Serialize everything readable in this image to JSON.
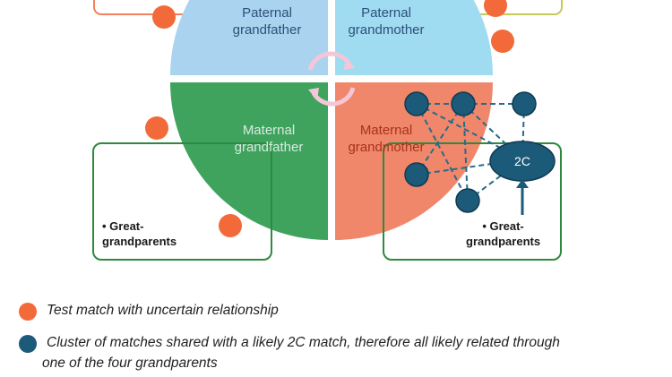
{
  "quadrants": [
    {
      "id": "paternal-grandfather",
      "line1": "Paternal",
      "line2": "grandfather",
      "fill": "#a9d3ee",
      "text_color": "#2f4f7a"
    },
    {
      "id": "paternal-grandmother",
      "line1": "Paternal",
      "line2": "grandmother",
      "fill": "#9fdcf2",
      "text_color": "#2f4f7a"
    },
    {
      "id": "maternal-grandfather",
      "line1": "Maternal",
      "line2": "grandfather",
      "fill": "#3fa35e",
      "text_color": "#d8eadf"
    },
    {
      "id": "maternal-grandmother",
      "line1": "Maternal",
      "line2": "grandmother",
      "fill": "#f0876a",
      "text_color": "#a8321a"
    }
  ],
  "boxes": {
    "left_label_bullet": "• Great-",
    "left_label_rest": "grandparents",
    "right_label_bullet": "• Great-",
    "right_label_rest": "grandparents"
  },
  "cluster": {
    "hub_label": "2C",
    "node_color": "#1b5a78",
    "line_color": "#2a6a8a"
  },
  "colors": {
    "test_match": "#f26a3a",
    "cluster": "#1b5a78",
    "top_box_border_left": "#f3805f",
    "top_box_border_right": "#c6c95a",
    "bottom_box_border": "#2e8a3e"
  },
  "legend": {
    "orange_text": "Test match with uncertain relationship",
    "blue_text_line1": "Cluster of matches shared with a likely 2C match, therefore all likely related through",
    "blue_text_line2": "one of the four grandparents"
  }
}
